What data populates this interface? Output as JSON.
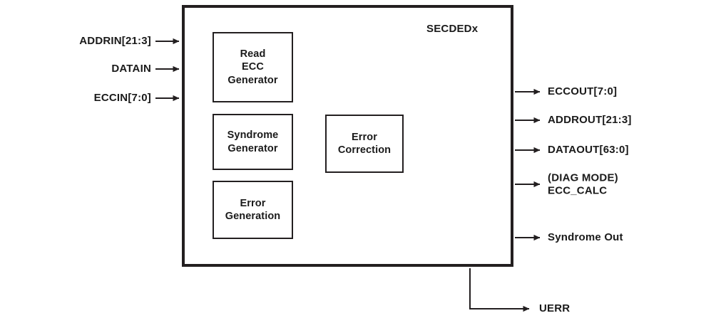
{
  "diagram": {
    "title": "SECDEDx",
    "background_color": "#ffffff",
    "line_color": "#231f20",
    "text_color": "#1a1a1a"
  },
  "blocks": [
    {
      "id": "read-ecc-generator",
      "label": "Read\nECC\nGenerator"
    },
    {
      "id": "syndrome-generator",
      "label": "Syndrome\nGenerator"
    },
    {
      "id": "error-generation",
      "label": "Error\nGeneration"
    },
    {
      "id": "error-correction",
      "label": "Error\nCorrection"
    }
  ],
  "inputs": [
    {
      "id": "addrin",
      "label": "ADDRIN[21:3]"
    },
    {
      "id": "datain",
      "label": "DATAIN"
    },
    {
      "id": "eccin",
      "label": "ECCIN[7:0]"
    }
  ],
  "outputs": [
    {
      "id": "eccout",
      "label": "ECCOUT[7:0]"
    },
    {
      "id": "addrout",
      "label": "ADDROUT[21:3]"
    },
    {
      "id": "dataout",
      "label": "DATAOUT[63:0]"
    },
    {
      "id": "ecc-calc",
      "label": "(DIAG MODE)\nECC_CALC"
    },
    {
      "id": "syndrome-out",
      "label": "Syndrome Out"
    },
    {
      "id": "uerr",
      "label": "UERR"
    }
  ]
}
